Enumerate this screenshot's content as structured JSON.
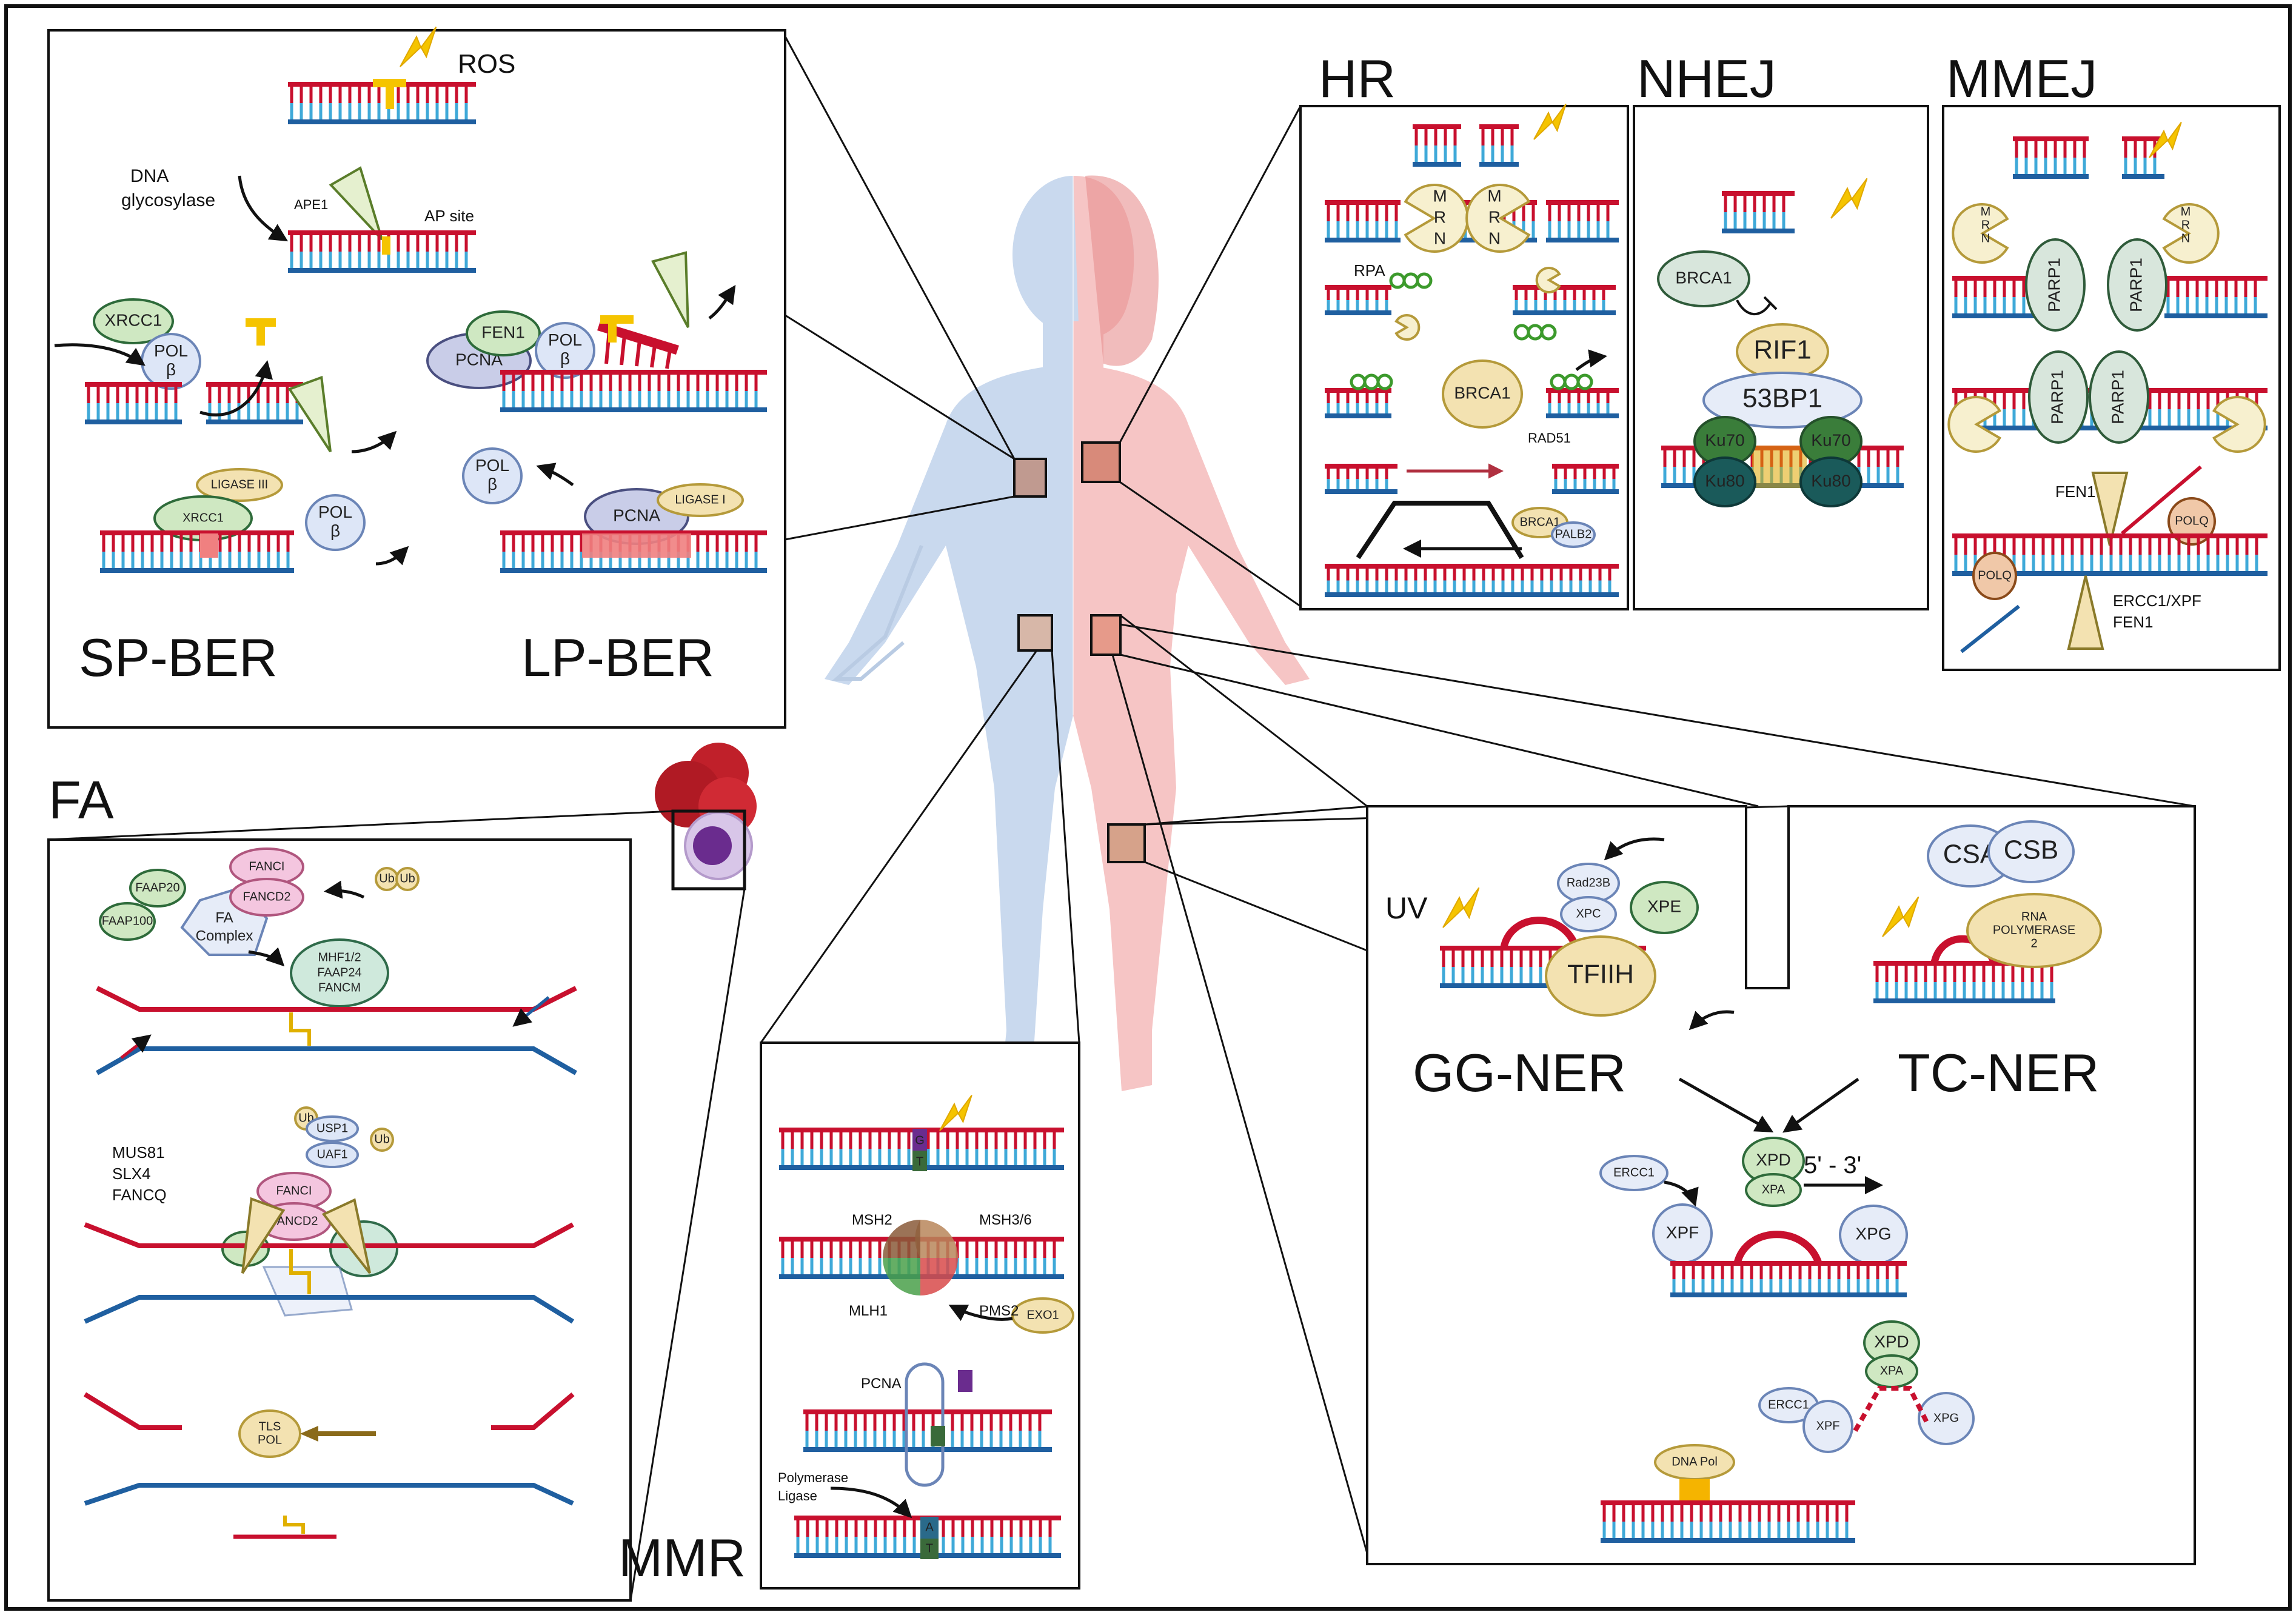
{
  "sections": {
    "ber": {
      "title_sp": "SP-BER",
      "title_lp": "LP-BER",
      "ros": "ROS",
      "glycosylase": [
        "DNA",
        "glycosylase"
      ],
      "ape1": "APE1",
      "ap_site": "AP site",
      "xrcc1": "XRCC1",
      "pol_b": [
        "POL",
        "β"
      ],
      "ligase3": "LIGASE III",
      "fen1": "FEN1",
      "pcna": "PCNA",
      "ligase1": "LIGASE I"
    },
    "hr": {
      "title": "HR",
      "mrn": [
        "M",
        "R",
        "N"
      ],
      "rpa": "RPA",
      "brca1": "BRCA1",
      "rad51": "RAD51",
      "palb2": "PALB2"
    },
    "nhej": {
      "title": "NHEJ",
      "brca1": "BRCA1",
      "rif1": "RIF1",
      "bp53": "53BP1",
      "ku70": "Ku70",
      "ku80": "Ku80"
    },
    "mmej": {
      "title": "MMEJ",
      "parp1": "PARP1",
      "fen1": "FEN1",
      "polq": "POLQ",
      "ercc": [
        "ERCC1/XPF",
        "FEN1"
      ]
    },
    "fa": {
      "title": "FA",
      "faap20": "FAAP20",
      "faap100": "FAAP100",
      "fa_complex": [
        "FA",
        "Complex"
      ],
      "fanci": "FANCI",
      "fancd2": "FANCD2",
      "ub": "Ub",
      "mhf": [
        "MHF1/2",
        "FAAP24",
        "FANCM"
      ],
      "usp1": "USP1",
      "uaf1": "UAF1",
      "mus81": [
        "MUS81",
        "SLX4",
        "FANCQ"
      ],
      "tls": [
        "TLS",
        "POL"
      ]
    },
    "mmr": {
      "title": "MMR",
      "msh2": "MSH2",
      "msh36": "MSH3/6",
      "mlh1": "MLH1",
      "pms2": "PMS2",
      "exo1": "EXO1",
      "pcna": "PCNA",
      "polymerase": [
        "Polymerase",
        "Ligase"
      ],
      "g": "G",
      "t": "T",
      "a": "A"
    },
    "ner": {
      "gg": "GG-NER",
      "tc": "TC-NER",
      "uv": "UV",
      "rad23b": "Rad23B",
      "xpc": "XPC",
      "xpe": "XPE",
      "tfiih": "TFIIH",
      "csa": "CSA",
      "csb": "CSB",
      "rnapol": [
        "RNA",
        "POLYMERASE",
        "2"
      ],
      "ercc1": "ERCC1",
      "xpd": "XPD",
      "xpa": "XPA",
      "xpf": "XPF",
      "xpg": "XPG",
      "dir": "5' - 3'",
      "dnapol": "DNA Pol"
    }
  },
  "colors": {
    "red": "#c8102e",
    "blue": "#1f5fa0",
    "yellow": "#f5c400",
    "protein_blue": "#dde6f7",
    "protein_green": "#cfe8c2",
    "protein_pink": "#f4c6df",
    "protein_tan": "#f3e2b1",
    "dark_green": "#2e6b3a",
    "body_blue": "#c9d9ee",
    "body_pink": "#f6c5c5"
  }
}
